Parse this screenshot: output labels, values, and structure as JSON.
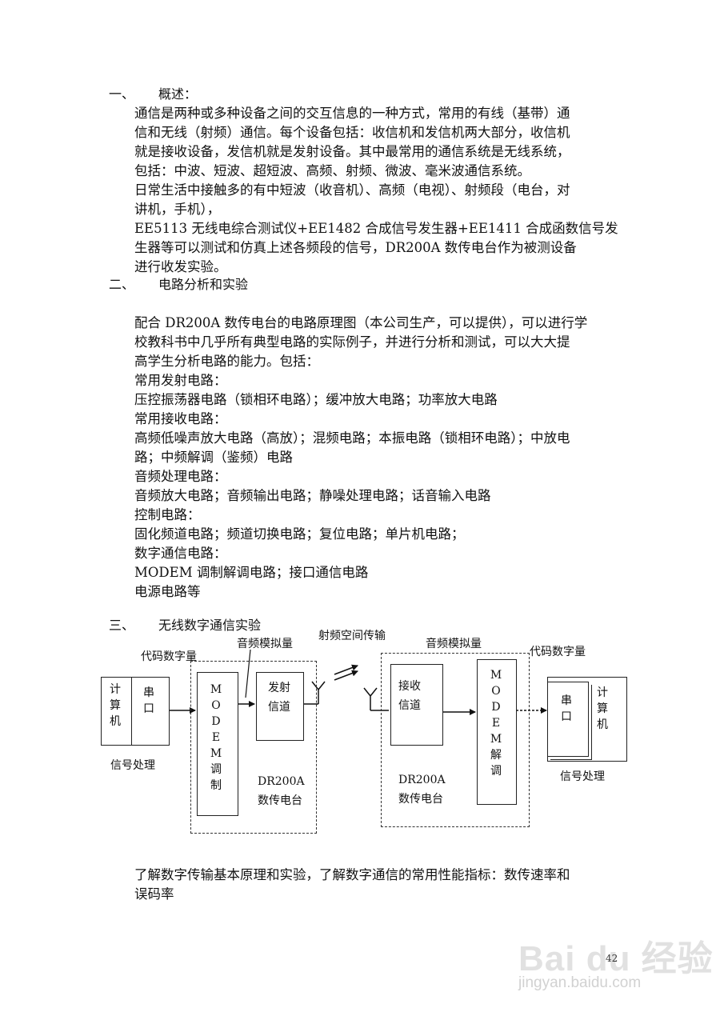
{
  "sections": {
    "s1": {
      "num": "一、",
      "title": "概述：",
      "lines": [
        "通信是两种或多种设备之间的交互信息的一种方式，常用的有线（基带）通",
        "信和无线（射频）通信。每个设备包括：收信机和发信机两大部分，收信机",
        "就是接收设备，发信机就是发射设备。其中最常用的通信系统是无线系统，",
        "包括：中波、短波、超短波、高频、射频、微波、毫米波通信系统。",
        "日常生活中接触多的有中短波（收音机）、高频（电视）、射频段（电台，对",
        "讲机，手机），",
        "EE5113 无线电综合测试仪+EE1482 合成信号发生器+EE1411 合成函数信号发",
        "生器等可以测试和仿真上述各频段的信号，DR200A  数传电台作为被测设备",
        "进行收发实验。"
      ]
    },
    "s2": {
      "num": "二、",
      "title": "电路分析和实验",
      "lines": [
        "配合 DR200A 数传电台的电路原理图（本公司生产，可以提供），可以进行学",
        "校教科书中几乎所有典型电路的实际例子，并进行分析和测试，可以大大提",
        "高学生分析电路的能力。包括：",
        "常用发射电路：",
        "压控振荡器电路（锁相环电路）；缓冲放大电路；功率放大电路",
        "常用接收电路：",
        "高频低噪声放大电路（高放）；混频电路；本振电路（锁相环电路）；中放电",
        "路；中频解调（鉴频）电路",
        "音频处理电路：",
        "音频放大电路；音频输出电路；静噪处理电路；话音输入电路",
        "控制电路：",
        "固化频道电路；频道切换电路；复位电路；单片机电路；",
        "数字通信电路：",
        "MODEM 调制解调电路；接口通信电路",
        "电源电路等"
      ]
    },
    "s3": {
      "num": "三、",
      "title": "无线数字通信实验",
      "lines": [
        "了解数字传输基本原理和实验，了解数字通信的常用性能指标：数传速率和",
        "误码率"
      ]
    }
  },
  "diagram": {
    "left_code_label": "代码数字量",
    "left_audio_label": "音频模拟量",
    "rf_label": "射频空间传输",
    "right_audio_label": "音频模拟量",
    "right_code_label": "代码数字量",
    "left_computer": [
      "计",
      "算",
      "机"
    ],
    "left_port": [
      "串",
      "口"
    ],
    "left_signal_label": "信号处理",
    "modem_mod": [
      "M",
      "O",
      "D",
      "E",
      "M",
      "调",
      "制"
    ],
    "tx_channel": [
      "发射",
      "信道"
    ],
    "left_radio_model": "DR200A",
    "left_radio_name": "数传电台",
    "rx_channel": [
      "接收",
      "信道"
    ],
    "right_radio_model": "DR200A",
    "right_radio_name": "数传电台",
    "modem_demod": [
      "M",
      "O",
      "D",
      "E",
      "M",
      "解",
      "调"
    ],
    "right_port": [
      "串",
      "口"
    ],
    "right_computer": [
      "计",
      "算",
      "机"
    ],
    "right_signal_label": "信号处理"
  },
  "footer": {
    "page_number": "42",
    "watermark_brand": "Bai du 经验",
    "watermark_url": "jingyan.baidu.com"
  }
}
